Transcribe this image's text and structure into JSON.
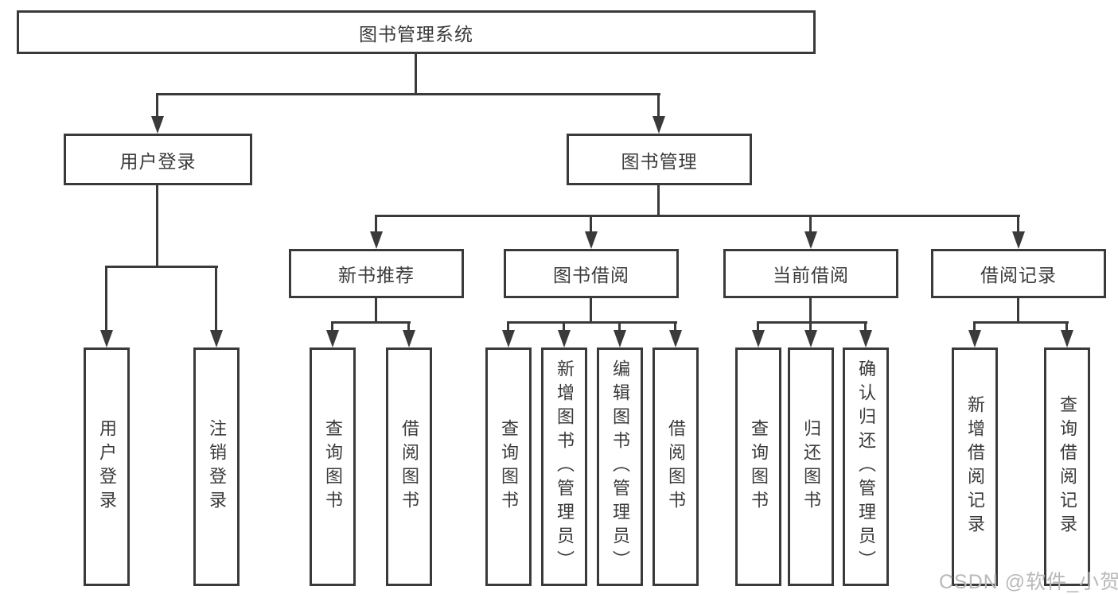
{
  "diagram": {
    "root": "图书管理系统",
    "level2": {
      "userLogin": "用户登录",
      "bookMgmt": "图书管理"
    },
    "level3": {
      "newBookRec": "新书推荐",
      "bookBorrow": "图书借阅",
      "currentBorrow": "当前借阅",
      "borrowRecord": "借阅记录"
    },
    "leaves": {
      "userLoginLeaf": "用户登录",
      "logoutLeaf": "注销登录",
      "recQueryBook": "查询图书",
      "recBorrowBook": "借阅图书",
      "bbQueryBook": "查询图书",
      "bbAddBook": "新增图书（管理员）",
      "bbEditBook": "编辑图书（管理员）",
      "bbBorrowBook": "借阅图书",
      "cbQueryBook": "查询图书",
      "cbReturnBook": "归还图书",
      "cbConfirmReturn": "确认归还（管理员）",
      "brAddRecord": "新增借阅记录",
      "brQueryRecord": "查询借阅记录"
    }
  },
  "watermark": "CSDN @软件_小贺同学",
  "colors": {
    "line": "#3a3a3a",
    "text": "#3a3a3a",
    "watermark": "#b9b9b9",
    "background": "#ffffff"
  }
}
